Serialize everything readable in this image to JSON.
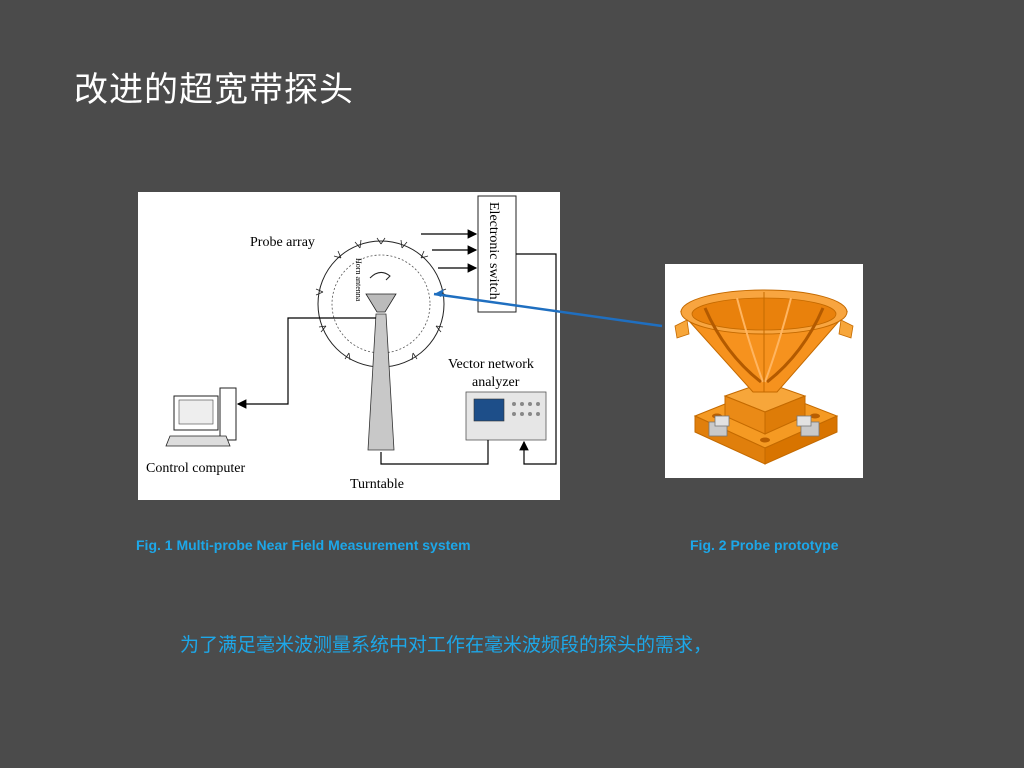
{
  "slide": {
    "title": "改进的超宽带探头",
    "footer_text": "为了满足毫米波测量系统中对工作在毫米波频段的探头的需求，"
  },
  "figure1": {
    "labels": {
      "probe_array": "Probe array",
      "horn_antenna": "Horn antenna",
      "electronic_switch": "Electronic switch",
      "vector_network_analyzer_line1": "Vector network",
      "vector_network_analyzer_line2": "analyzer",
      "control_computer": "Control computer",
      "turntable": "Turntable"
    },
    "caption": "Fig. 1 Multi-probe Near Field Measurement system"
  },
  "figure2": {
    "caption": "Fig. 2 Probe prototype"
  },
  "colors": {
    "background": "#4b4b4b",
    "caption": "#1da7e8",
    "connector_line": "#1f6fc0",
    "probe_orange": "#f7941d"
  }
}
